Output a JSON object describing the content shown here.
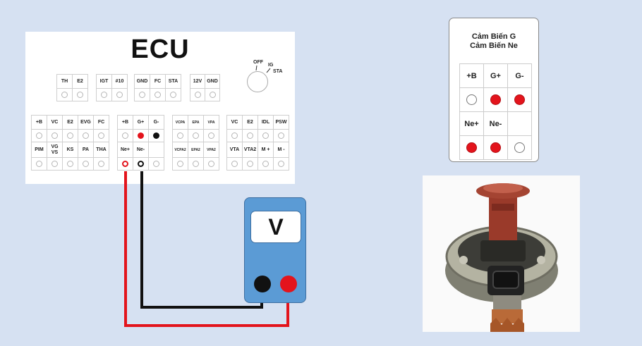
{
  "ecu": {
    "title": "ECU",
    "switch": {
      "off": "OFF",
      "ig": "IG",
      "sta": "STA"
    },
    "top_groups": [
      {
        "labels": [
          "TH",
          "E2"
        ]
      },
      {
        "labels": [
          "IGT",
          "#10"
        ]
      },
      {
        "labels": [
          "GND",
          "FC",
          "STA"
        ]
      },
      {
        "labels": [
          "12V",
          "GND"
        ]
      }
    ],
    "groups": [
      {
        "row1": [
          "+B",
          "VC",
          "E2",
          "EVG",
          "FC"
        ],
        "row2": [
          "PIM",
          "VG\nVS",
          "KS",
          "PA",
          "THA"
        ]
      },
      {
        "row1": [
          "+B",
          "G+",
          "G-"
        ],
        "row2": [
          "Ne+",
          "Ne-",
          ""
        ]
      },
      {
        "row1": [
          "VCPA",
          "EPA",
          "VPA"
        ],
        "row2": [
          "VCPA2",
          "EPA2",
          "VPA2"
        ]
      },
      {
        "row1": [
          "VC",
          "E2",
          "IDL",
          "PSW"
        ],
        "row2": [
          "VTA",
          "VTA2",
          "M +",
          "M -"
        ]
      }
    ]
  },
  "sensor": {
    "title_line1": "Cảm Biến G",
    "title_line2": "Cảm Biến Ne",
    "row1": [
      "+B",
      "G+",
      "G-"
    ],
    "row2_dots": [
      "empty",
      "red",
      "red"
    ],
    "row3": [
      "Ne+",
      "Ne-",
      ""
    ],
    "row4_dots": [
      "red",
      "red",
      "empty"
    ]
  },
  "meter": {
    "label": "V"
  },
  "colors": {
    "background": "#d6e1f2",
    "meter": "#5b9bd5",
    "probe_red": "#e3141c",
    "probe_black": "#111111"
  }
}
